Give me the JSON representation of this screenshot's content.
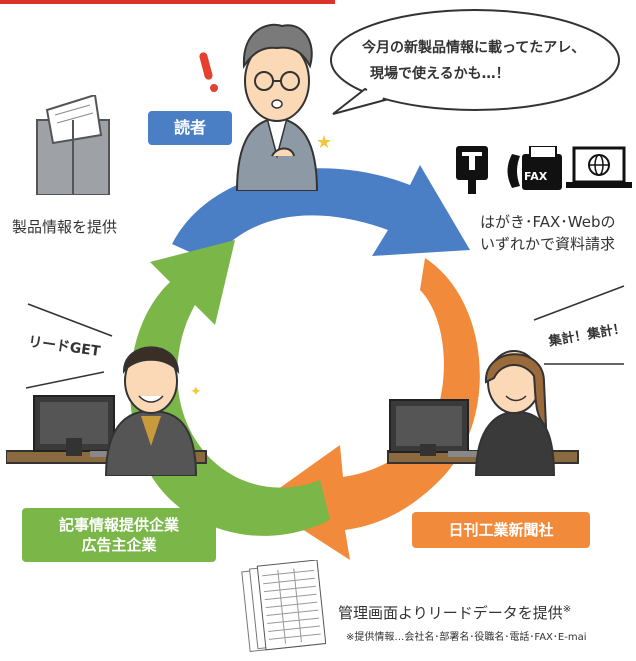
{
  "speech_bubble": {
    "line1": "今月の新製品情報に載ってたアレ、",
    "line2": "現場で使えるかも…！"
  },
  "reader_label": "読者",
  "provide_info_label": "製品情報を提供",
  "request_text": {
    "line1": "はがき･FAX･Webの",
    "line2": "いずれかで資料請求"
  },
  "fax_icon_text": "FAX",
  "lead_get_text": "リードGET",
  "tally_text": "集計！集計！",
  "advertiser_label": {
    "line1": "記事情報提供企業",
    "line2": "広告主企業"
  },
  "publisher_label": "日刊工業新聞社",
  "admin_text": "管理画面よりリードデータを提供",
  "admin_note_mark": "※",
  "admin_footnote": "※提供情報…会社名･部署名･役職名･電話･FAX･E-mai",
  "colors": {
    "blue": "#4a7fc6",
    "orange": "#f18a3a",
    "green": "#7ab648",
    "red_rule": "#d9342b"
  }
}
